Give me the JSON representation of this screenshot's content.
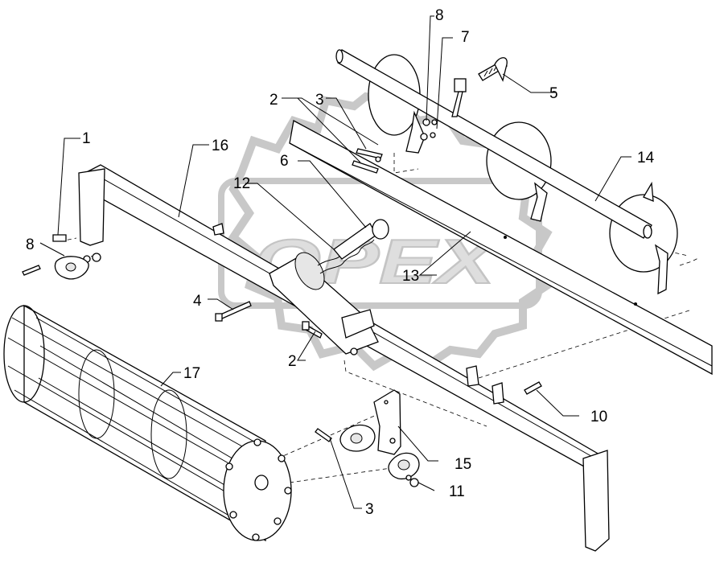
{
  "watermark": {
    "text": "OPEX",
    "kind": "logo"
  },
  "callouts": {
    "c1": "1",
    "c2a": "2",
    "c2b": "2",
    "c3a": "3",
    "c3b": "3",
    "c4": "4",
    "c5": "5",
    "c6": "6",
    "c7": "7",
    "c8a": "8",
    "c8b": "8",
    "c10": "10",
    "c11": "11",
    "c12": "12",
    "c13": "13",
    "c14": "14",
    "c15": "15",
    "c16": "16",
    "c17": "17"
  }
}
